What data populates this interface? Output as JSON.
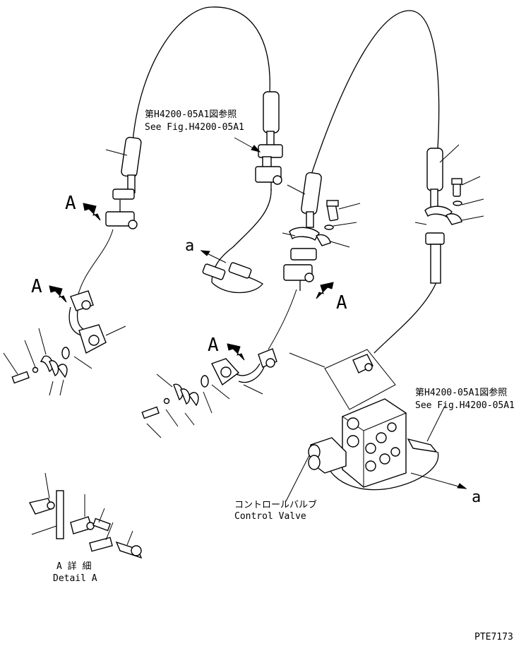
{
  "labels": {
    "ref_top": {
      "jp": "第H4200-05A1図参照",
      "en": "See Fig.H4200-05A1"
    },
    "ref_right": {
      "jp": "第H4200-05A1図参照",
      "en": "See Fig.H4200-05A1"
    },
    "control_valve": {
      "jp": "コントロールバルブ",
      "en": "Control Valve"
    },
    "detail": {
      "jp": "A 詳 細",
      "en": "Detail A"
    },
    "marker_a_lower_1": "a",
    "marker_a_lower_2": "a",
    "marker_A": "A",
    "part_code": "PTE7173"
  }
}
